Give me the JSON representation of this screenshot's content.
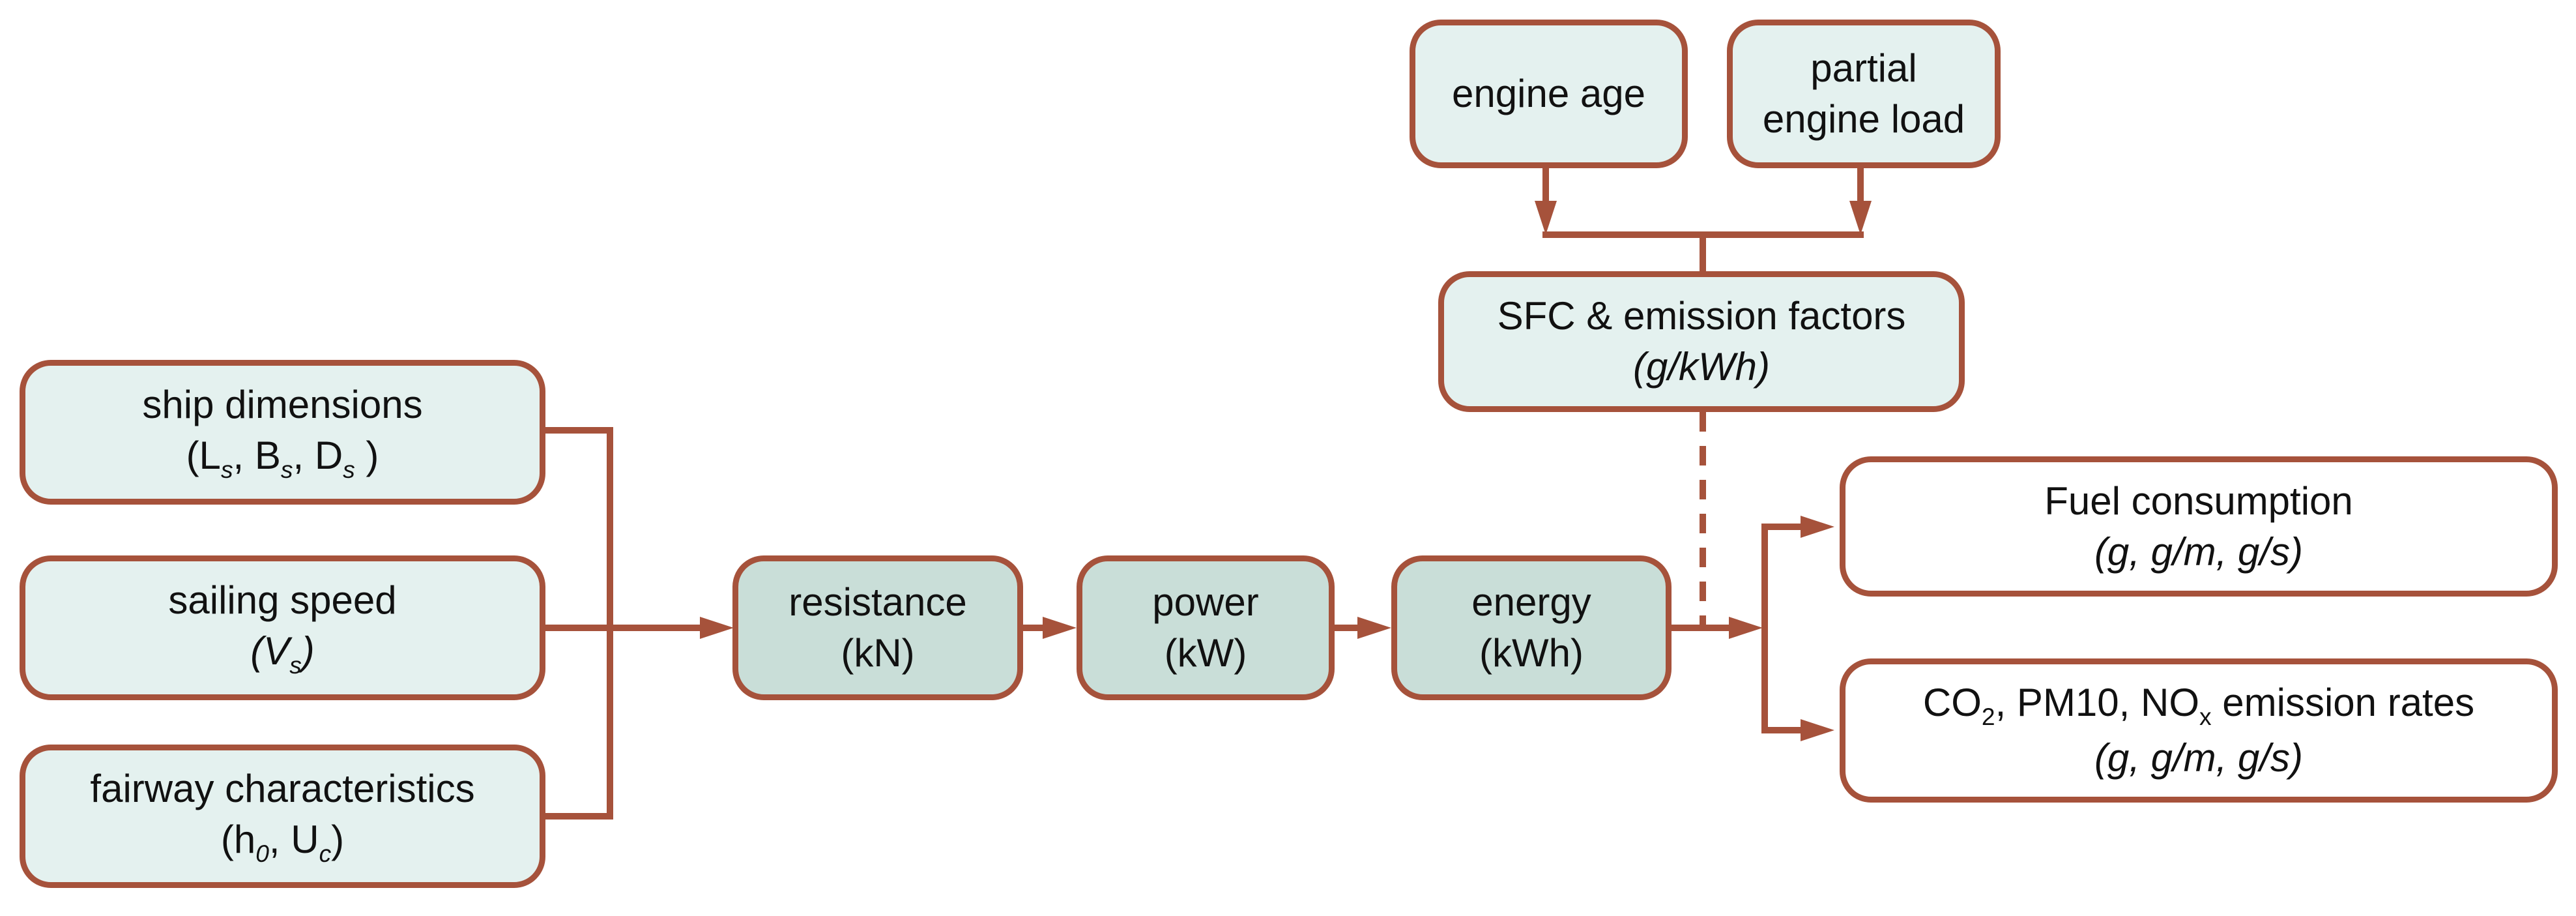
{
  "diagram_title": "ship fuel consumption and emission calculation flowchart",
  "colors": {
    "line": "#a6523b",
    "input_fill": "#e4f1ef",
    "process_fill": "#c9ded8",
    "output_fill": "#ffffff",
    "text": "#111111"
  },
  "nodes": {
    "ship_dimensions": {
      "lines": [
        {
          "segments": [
            {
              "t": "ship dimensions"
            }
          ]
        },
        {
          "segments": [
            {
              "t": "(L"
            },
            {
              "t": "s",
              "sub": true,
              "i": true
            },
            {
              "t": ", B"
            },
            {
              "t": "s",
              "sub": true,
              "i": true
            },
            {
              "t": ", D"
            },
            {
              "t": "s",
              "sub": true,
              "i": true
            },
            {
              "t": " )"
            }
          ]
        }
      ]
    },
    "sailing_speed": {
      "lines": [
        {
          "segments": [
            {
              "t": "sailing speed"
            }
          ]
        },
        {
          "segments": [
            {
              "t": "(V",
              "i": true
            },
            {
              "t": "s",
              "sub": true,
              "i": true
            },
            {
              "t": ")",
              "i": true
            }
          ]
        }
      ]
    },
    "fairway_characteristics": {
      "lines": [
        {
          "segments": [
            {
              "t": "fairway characteristics"
            }
          ]
        },
        {
          "segments": [
            {
              "t": "(h"
            },
            {
              "t": "0",
              "sub": true,
              "i": true
            },
            {
              "t": ", U"
            },
            {
              "t": "c",
              "sub": true,
              "i": true
            },
            {
              "t": ")"
            }
          ]
        }
      ]
    },
    "resistance": {
      "lines": [
        {
          "segments": [
            {
              "t": "resistance"
            }
          ]
        },
        {
          "segments": [
            {
              "t": "(kN)"
            }
          ]
        }
      ]
    },
    "power": {
      "lines": [
        {
          "segments": [
            {
              "t": "power"
            }
          ]
        },
        {
          "segments": [
            {
              "t": "(kW)"
            }
          ]
        }
      ]
    },
    "energy": {
      "lines": [
        {
          "segments": [
            {
              "t": "energy"
            }
          ]
        },
        {
          "segments": [
            {
              "t": "(kWh)"
            }
          ]
        }
      ]
    },
    "engine_age": {
      "lines": [
        {
          "segments": [
            {
              "t": "engine age"
            }
          ]
        }
      ]
    },
    "partial_engine_load": {
      "lines": [
        {
          "segments": [
            {
              "t": "partial"
            }
          ]
        },
        {
          "segments": [
            {
              "t": "engine load"
            }
          ]
        }
      ]
    },
    "sfc_emission_factors": {
      "lines": [
        {
          "segments": [
            {
              "t": "SFC & emission factors"
            }
          ]
        },
        {
          "segments": [
            {
              "t": "(g/kWh)",
              "i": true
            }
          ]
        }
      ]
    },
    "fuel_consumption": {
      "lines": [
        {
          "segments": [
            {
              "t": "Fuel consumption"
            }
          ]
        },
        {
          "segments": [
            {
              "t": "(g, g/m, g/s)",
              "i": true
            }
          ]
        }
      ]
    },
    "emission_rates": {
      "lines": [
        {
          "segments": [
            {
              "t": "CO"
            },
            {
              "t": "2",
              "sub": true
            },
            {
              "t": ", PM10, NO"
            },
            {
              "t": "x",
              "sub": true
            },
            {
              "t": " emission rates"
            }
          ]
        },
        {
          "segments": [
            {
              "t": "(g, g/m, g/s)",
              "i": true
            }
          ]
        }
      ]
    }
  }
}
